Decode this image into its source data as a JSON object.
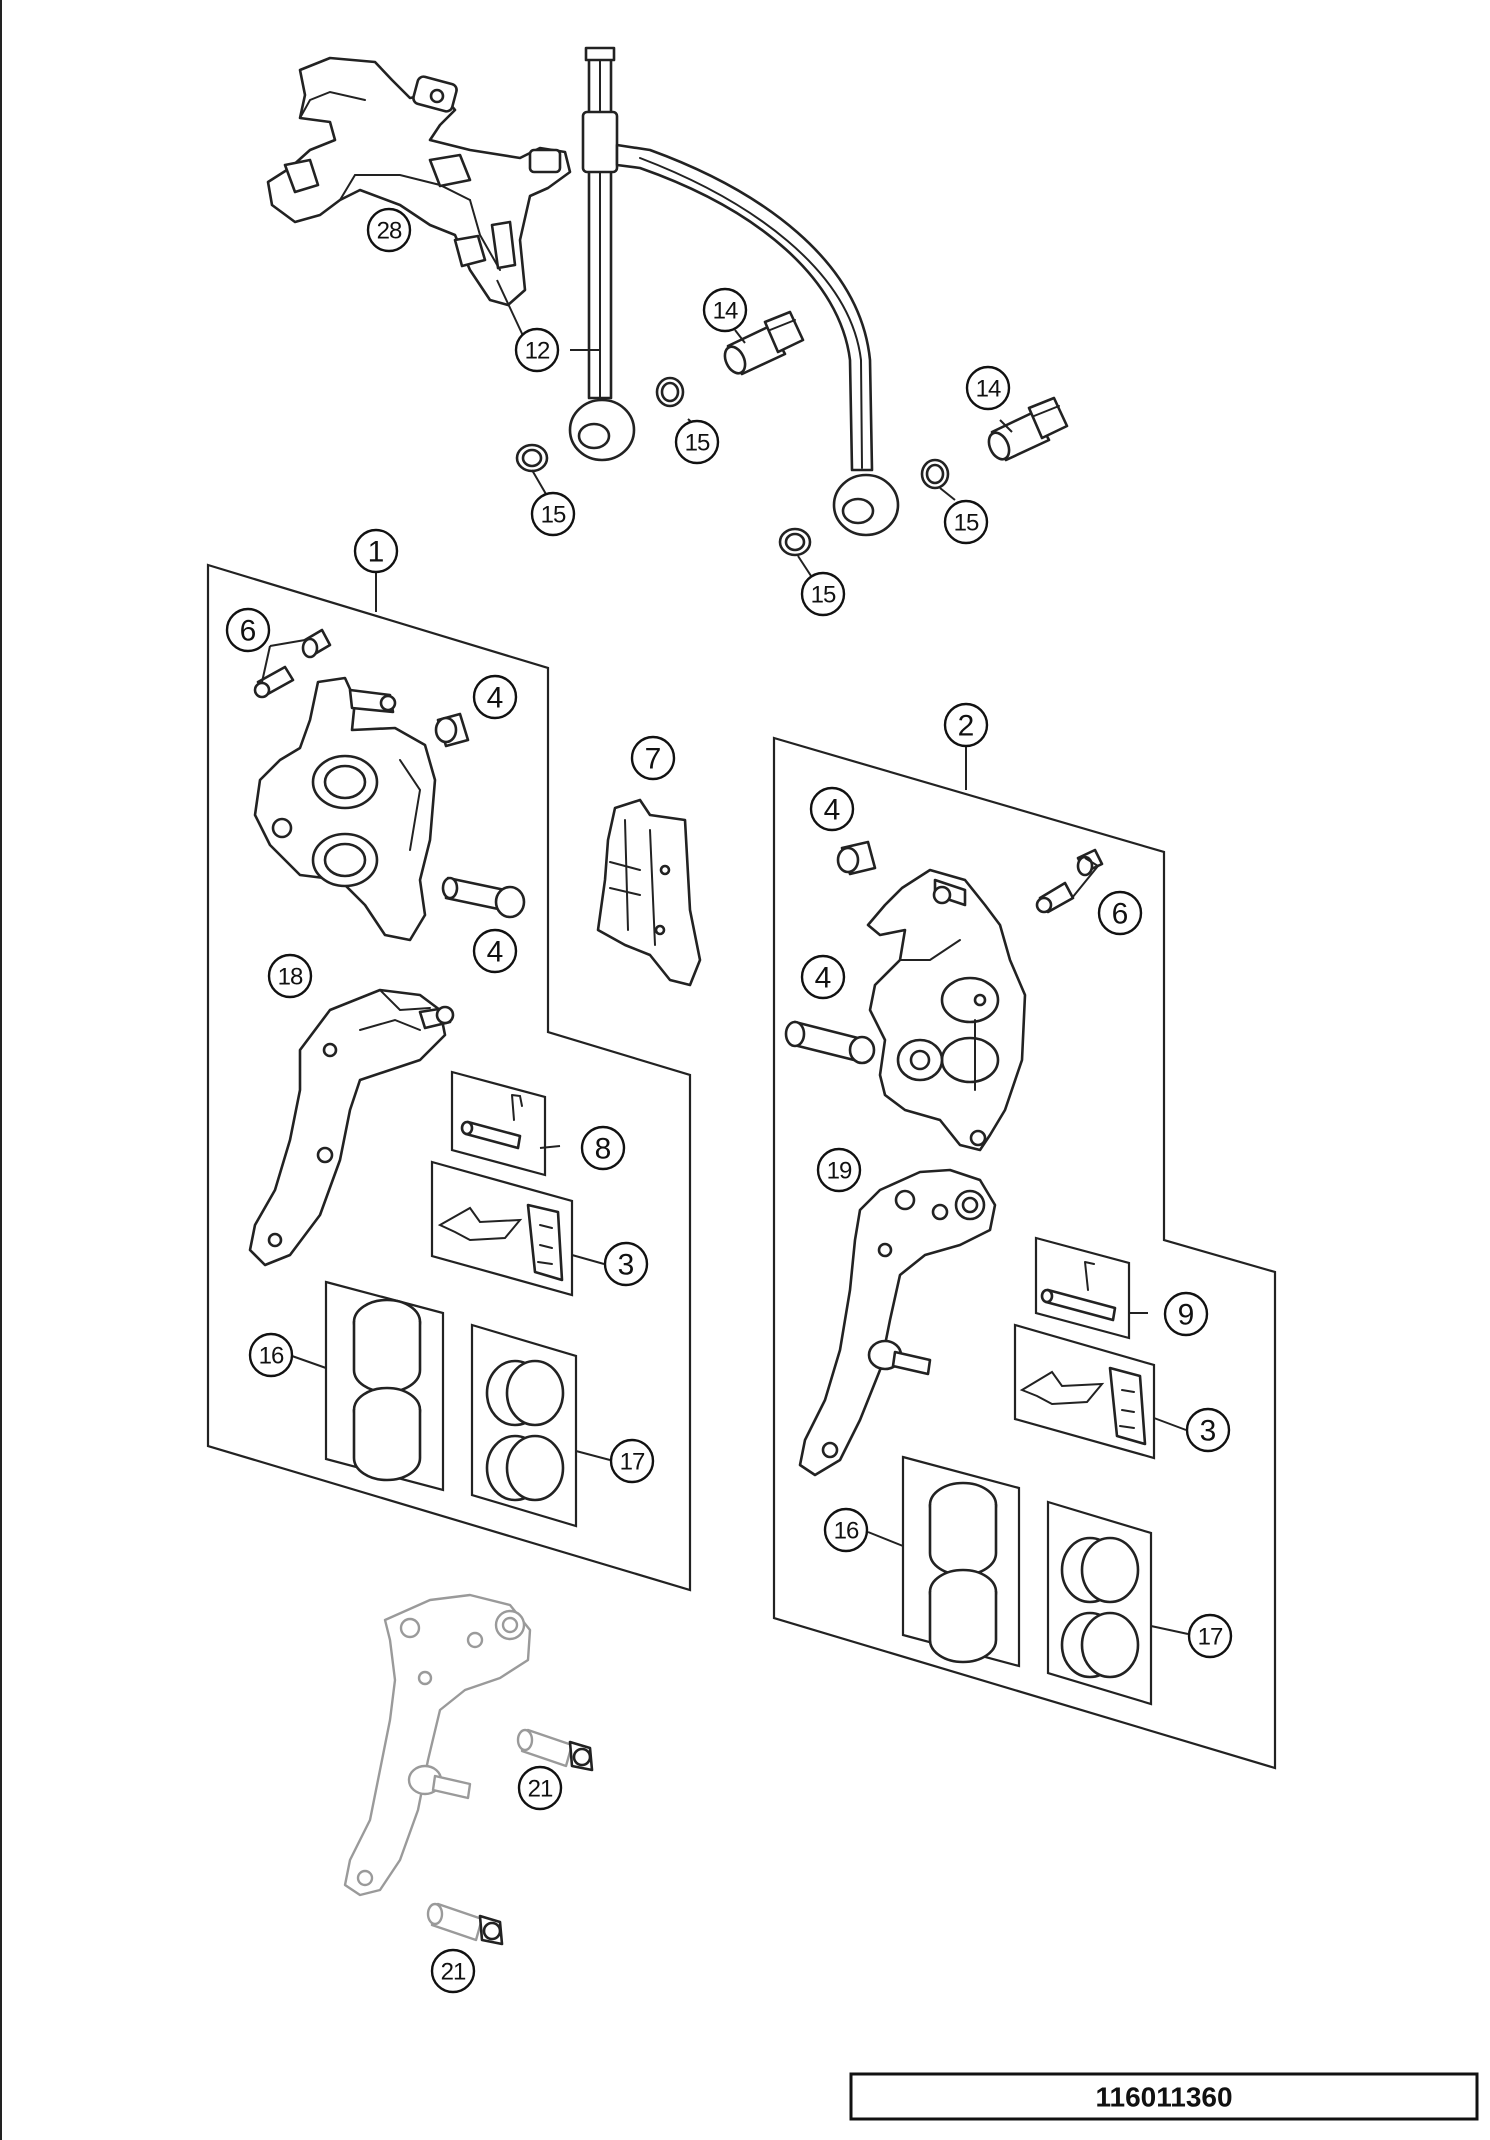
{
  "diagram": {
    "drawing_number": "116011360",
    "callouts": {
      "c28": "28",
      "c12": "12",
      "c14a": "14",
      "c14b": "14",
      "c15a": "15",
      "c15b": "15",
      "c15c": "15",
      "c15d": "15",
      "c1": "1",
      "c2": "2",
      "c6a": "6",
      "c6b": "6",
      "c4a": "4",
      "c4b": "4",
      "c4c": "4",
      "c4d": "4",
      "c7": "7",
      "c18": "18",
      "c19": "19",
      "c8": "8",
      "c9": "9",
      "c3a": "3",
      "c3b": "3",
      "c16a": "16",
      "c16b": "16",
      "c17a": "17",
      "c17b": "17",
      "c21a": "21",
      "c21b": "21"
    }
  }
}
